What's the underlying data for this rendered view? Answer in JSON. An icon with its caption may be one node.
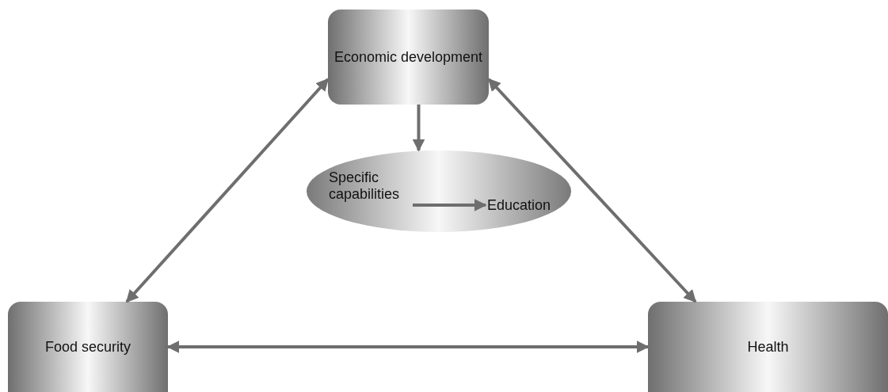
{
  "diagram": {
    "nodes": [
      {
        "text": [
          "Economic development"
        ]
      },
      {
        "text": [],
        "shape": "ellipse"
      },
      {
        "text": [
          "Specific capabilities"
        ],
        "in": 1
      },
      {
        "text": [
          "Education"
        ],
        "in": 1
      },
      {
        "text": [
          "Food security"
        ]
      },
      {
        "text": [
          "Health"
        ]
      }
    ],
    "edges": [
      {
        "from": 0,
        "to": 1,
        "arrow": "to"
      },
      {
        "from": 2,
        "to": 3,
        "arrow": "to"
      },
      {
        "from": 0,
        "to": 4,
        "arrow": "both"
      },
      {
        "from": 0,
        "to": 5,
        "arrow": "both"
      },
      {
        "from": 4,
        "to": 5,
        "arrow": "both"
      }
    ]
  }
}
